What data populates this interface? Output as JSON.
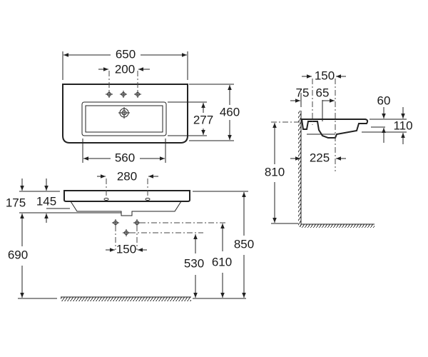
{
  "drawing": {
    "top_view": {
      "overall_width": "650",
      "tap_spacing": "200",
      "bowl_depth": "277",
      "overall_depth": "460",
      "bowl_width": "560"
    },
    "front_view": {
      "tap_hole_spacing": "280",
      "rim_thickness": "175",
      "bowl_height": "145",
      "floor_to_bowl_bottom": "690",
      "supply_spacing": "150",
      "waste_height": "530",
      "supply_height": "610",
      "rim_height": "850"
    },
    "side_view": {
      "overall": "150",
      "wall_to_tap": "75",
      "tap_offset": "65",
      "rim_depth": "60",
      "basin_height": "110",
      "drain_offset": "225",
      "rim_height": "810"
    }
  },
  "colors": {
    "line": "#222222",
    "background": "#ffffff"
  }
}
